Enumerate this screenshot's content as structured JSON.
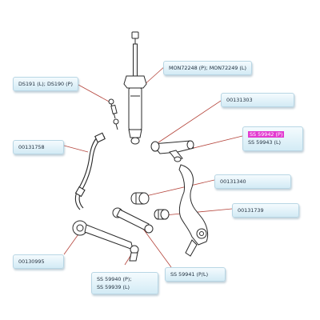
{
  "diagram": {
    "labels": {
      "shock": "MON72248 (P); MON72249 (L)",
      "link": "DS191 (L); DS190 (P)",
      "upper_mount": "00131303",
      "upper_arm_p": "SS 59942 (P)",
      "upper_arm_l": "SS 59943 (L)",
      "stabilizer": "00131758",
      "bushing_1": "00131340",
      "bushing_2": "00131739",
      "lower_bushing": "00130995",
      "lower_arm_p": "SS 59940 (P);",
      "lower_arm_l": "SS 59939 (L)",
      "strut_arm": "SS 59941 (P/L)"
    },
    "colors": {
      "leader": "#b5453c",
      "highlight": "#e23bd0",
      "label_border": "#b8d6e4"
    }
  }
}
